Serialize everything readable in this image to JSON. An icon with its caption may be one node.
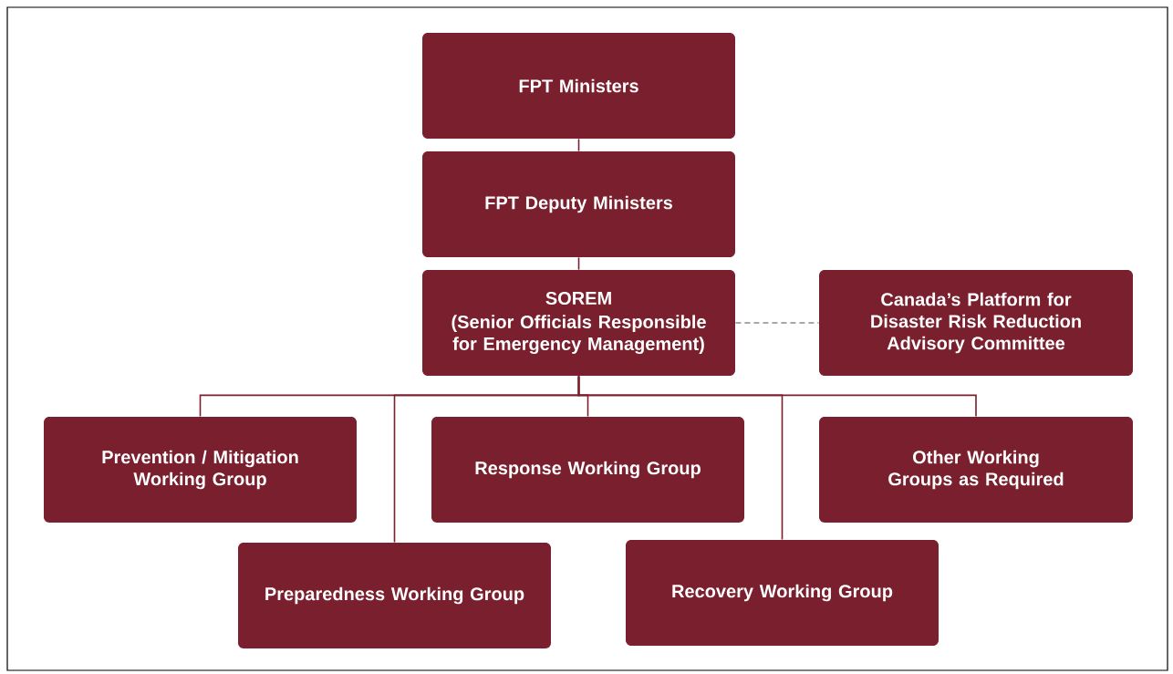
{
  "diagram": {
    "nodes": [
      {
        "text": [
          "FPT Ministers"
        ]
      },
      {
        "text": [
          "FPT Deputy Ministers"
        ]
      },
      {
        "text": [
          "SOREM",
          "(Senior Officials Responsible for Emergency Management)"
        ]
      },
      {
        "text": [
          "Canada’s Platform for Disaster Risk Reduction Advisory Committee"
        ]
      },
      {
        "text": [
          "Prevention / Mitigation Working Group"
        ]
      },
      {
        "text": [
          "Response Working Group"
        ]
      },
      {
        "text": [
          "Other Working Groups as Required"
        ]
      },
      {
        "text": [
          "Preparedness Working Group"
        ]
      },
      {
        "text": [
          "Recovery Working Group"
        ]
      }
    ],
    "edges": [
      {
        "from": 0,
        "to": 1,
        "arrow": "none"
      },
      {
        "from": 1,
        "to": 2,
        "arrow": "none"
      },
      {
        "from": 2,
        "to": 3,
        "arrow": "none",
        "style": "dashed",
        "color": "#8a8a8a"
      },
      {
        "from": 2,
        "to": 4,
        "arrow": "none"
      },
      {
        "from": 2,
        "to": 7,
        "arrow": "none"
      },
      {
        "from": 2,
        "to": 5,
        "arrow": "none"
      },
      {
        "from": 2,
        "to": 8,
        "arrow": "none"
      },
      {
        "from": 2,
        "to": 6,
        "arrow": "none"
      }
    ]
  }
}
